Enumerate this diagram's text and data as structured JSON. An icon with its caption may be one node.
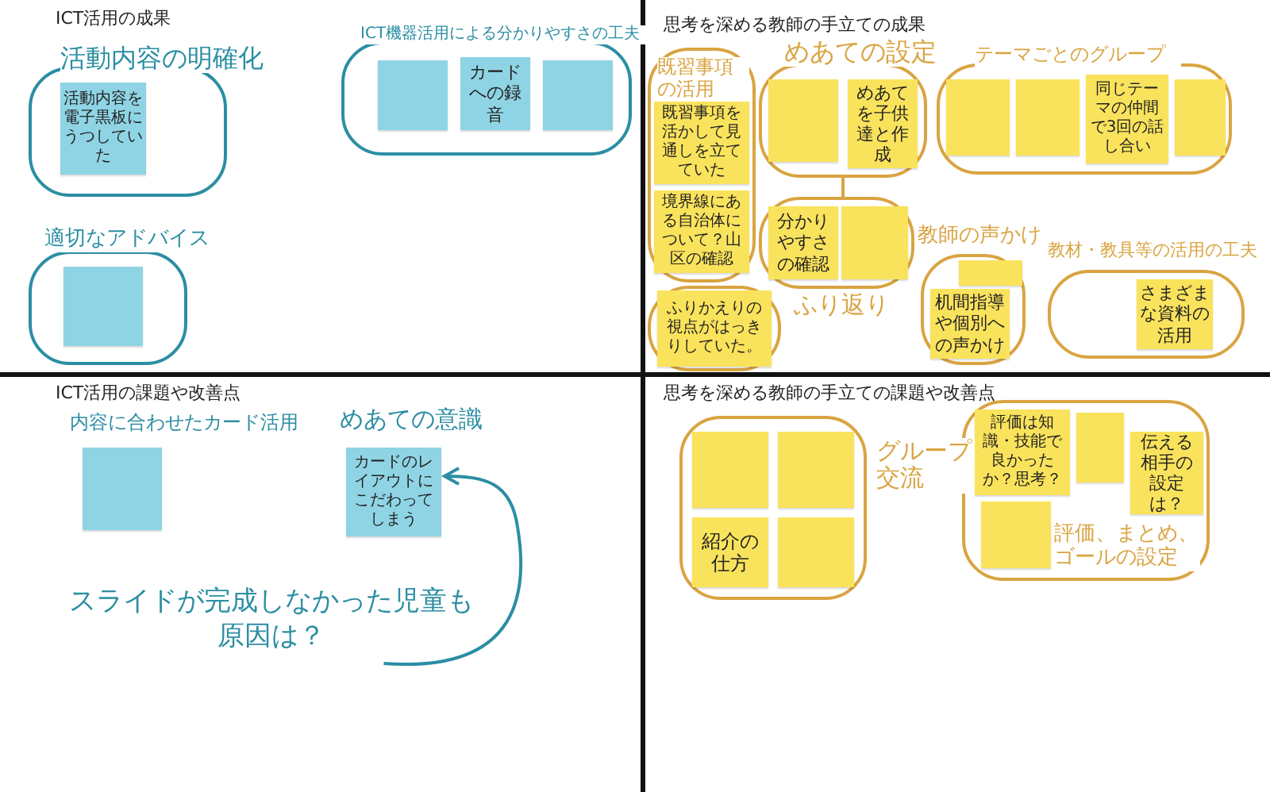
{
  "diagram": {
    "nodes": [
      {
        "text": [
          "活動内容の明確化"
        ]
      },
      {
        "text": [
          "活動内容を電子黒板にうつしていた"
        ],
        "in": 0
      },
      {
        "text": [
          "ICT機器活用による分かりやすさの工夫"
        ]
      },
      {
        "text": [],
        "shape": "box",
        "in": 2
      },
      {
        "text": [
          "カードへの録音"
        ],
        "in": 2
      },
      {
        "text": [],
        "shape": "box",
        "in": 2
      },
      {
        "text": [
          "適切なアドバイス"
        ]
      },
      {
        "text": [],
        "shape": "box",
        "in": 6
      },
      {
        "text": [
          "既習事項の活用"
        ]
      },
      {
        "text": [
          "既習事項を活かして見通しを立てていた"
        ],
        "in": 8
      },
      {
        "text": [
          "境界線にある自治体について？山区の確認"
        ],
        "in": 8
      },
      {
        "text": [
          "めあての設定"
        ]
      },
      {
        "text": [],
        "shape": "box",
        "in": 11
      },
      {
        "text": [
          "めあてを子供達と作成"
        ],
        "in": 11
      },
      {
        "text": [],
        "shape": "box"
      },
      {
        "text": [
          "分かりやすさの確認"
        ],
        "in": 14
      },
      {
        "text": [],
        "shape": "box",
        "in": 14
      },
      {
        "text": [
          "テーマごとのグループ"
        ]
      },
      {
        "text": [],
        "shape": "box",
        "in": 17
      },
      {
        "text": [],
        "shape": "box",
        "in": 17
      },
      {
        "text": [
          "同じテーマの仲間で3回の話し合い"
        ],
        "in": 17
      },
      {
        "text": [],
        "shape": "box",
        "in": 17
      },
      {
        "text": [
          "教師の声かけ"
        ]
      },
      {
        "text": [],
        "shape": "box",
        "in": 22
      },
      {
        "text": [
          "机間指導や個別への声かけ"
        ],
        "in": 22
      },
      {
        "text": [
          "教材・教具等の活用の工夫"
        ]
      },
      {
        "text": [
          "さまざまな資料の活用"
        ],
        "in": 25
      },
      {
        "text": [
          "ふり返り"
        ]
      },
      {
        "text": [
          "ふりかえりの視点がはっきりしていた。"
        ],
        "in": 27
      },
      {
        "text": [],
        "shape": "box",
        "beside": [
          "内容に合わせたカード活用"
        ]
      },
      {
        "text": [
          "カードのレイアウトにこだわってしまう"
        ],
        "beside": [
          "めあての意識"
        ]
      },
      {
        "text": [
          "スライドが完成しなかった児童も原因は？"
        ]
      },
      {
        "text": [
          "グループ交流"
        ]
      },
      {
        "text": [],
        "shape": "box",
        "in": 32
      },
      {
        "text": [],
        "shape": "box",
        "in": 32
      },
      {
        "text": [
          "紹介の仕方"
        ],
        "in": 32
      },
      {
        "text": [],
        "shape": "box",
        "in": 32
      },
      {
        "text": [
          "評価、まとめ、ゴールの設定"
        ]
      },
      {
        "text": [
          "評価は知識・技能で良かったか？思考？"
        ],
        "in": 37
      },
      {
        "text": [],
        "shape": "box",
        "in": 37
      },
      {
        "text": [
          "伝える相手の設定は？"
        ],
        "in": 37
      },
      {
        "text": [],
        "shape": "box",
        "in": 37
      }
    ],
    "edges": [
      {
        "from": 11,
        "to": 14,
        "arrow": "none",
        "color": "#d9a441"
      },
      {
        "from": 31,
        "to": 30,
        "arrow": "to",
        "color": "#2b8ea3"
      }
    ],
    "labels": [
      "ICT活用の成果",
      "思考を深める教師の手立ての成果",
      "ICT活用の課題や改善点",
      "思考を深める教師の手立ての課題や改善点"
    ]
  }
}
